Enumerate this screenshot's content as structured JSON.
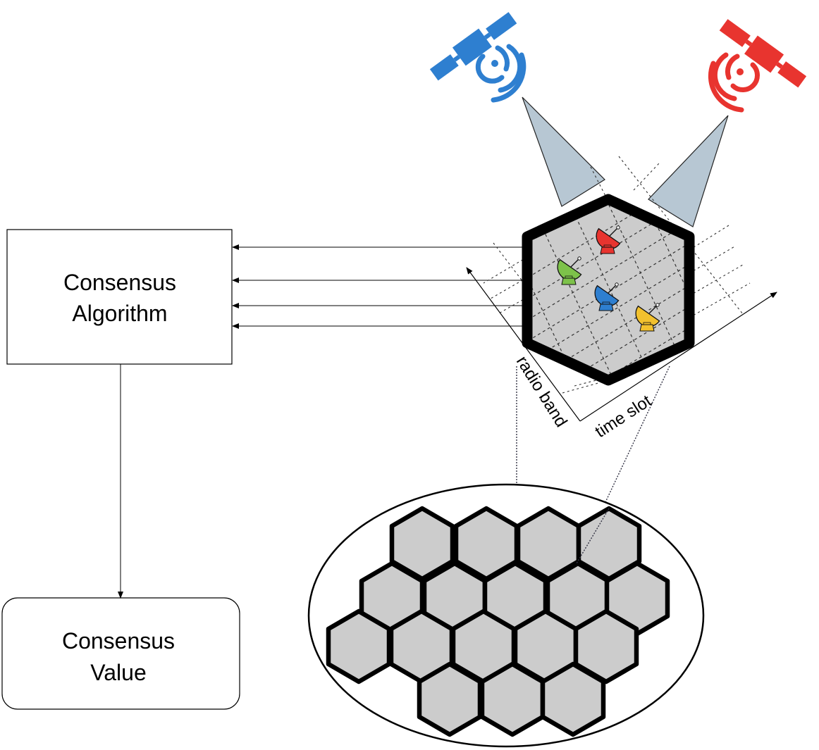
{
  "consensus_algorithm": {
    "line1": "Consensus",
    "line2": "Algorithm"
  },
  "consensus_value": {
    "line1": "Consensus",
    "line2": "Value"
  },
  "axes": {
    "radio_band": "radio band",
    "time_slot": "time slot"
  },
  "colors": {
    "satellite_blue": "#2e7fd0",
    "satellite_red": "#e8342f",
    "beam": "#b7c7d3",
    "cell_fill": "#cccccc",
    "dish_red": "#e8342f",
    "dish_green": "#7dc24a",
    "dish_blue": "#2e7fd0",
    "dish_yellow": "#f2c12e"
  },
  "icons": {
    "satellite": "satellite-icon",
    "dish": "satellite-dish-icon"
  }
}
